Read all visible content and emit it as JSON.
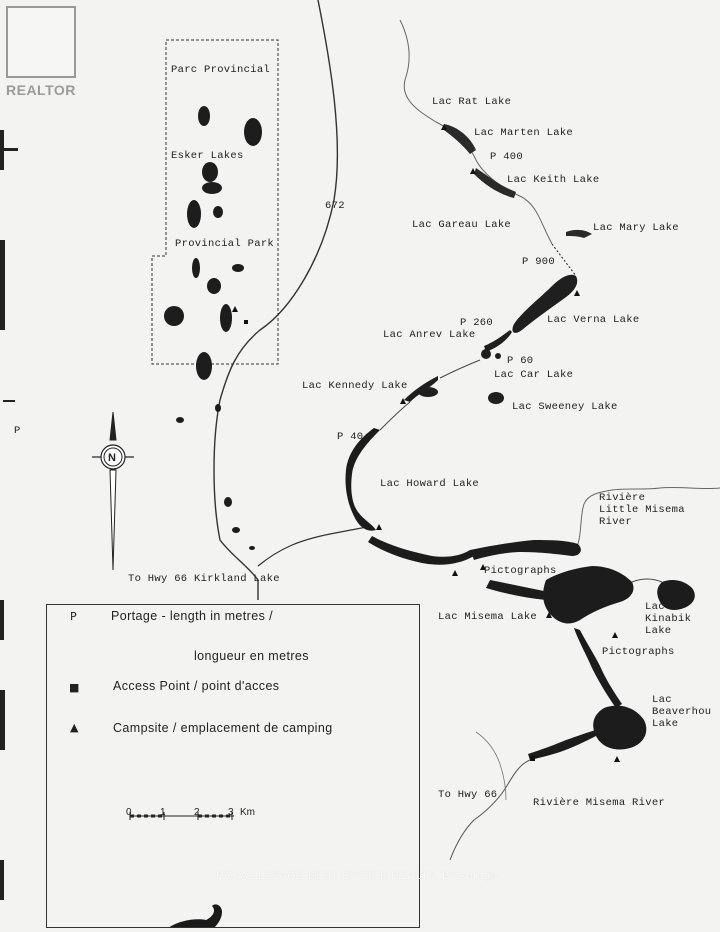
{
  "branding": {
    "realtor_logo": "REALTOR",
    "watermark": "ROYAL LEPAGE BEST CHOICE REALTY, Brokerage"
  },
  "park": {
    "line1": "Parc Provincial",
    "line2": "Esker Lakes",
    "line3": "Provincial Park"
  },
  "roads": {
    "highway_672": "672",
    "to_hwy66_kirkland": "To Hwy 66  Kirkland Lake",
    "to_hwy66": "To Hwy 66"
  },
  "lakes": {
    "rat": "Lac Rat Lake",
    "marten": "Lac Marten Lake",
    "keith": "Lac Keith Lake",
    "gareau": "Lac Gareau Lake",
    "mary": "Lac Mary Lake",
    "verna": "Lac Verna Lake",
    "anrev": "Lac Anrev Lake",
    "car": "Lac Car Lake",
    "sweeney": "Lac Sweeney Lake",
    "kennedy": "Lac Kennedy Lake",
    "howard": "Lac Howard Lake",
    "misema": "Lac Misema Lake",
    "kinabik_1": "Lac",
    "kinabik_2": "Kinabik",
    "kinabik_3": "Lake",
    "beaverhouse_1": "Lac",
    "beaverhouse_2": "Beaverhou",
    "beaverhouse_3": "Lake"
  },
  "portages": {
    "p400": "P 400",
    "p900": "P 900",
    "p260": "P 260",
    "p60": "P 60",
    "p40": "P 40"
  },
  "rivers": {
    "little_misema_1": "Rivière",
    "little_misema_2": "Little Misema",
    "little_misema_3": "River",
    "misema": "Rivière Misema River"
  },
  "features": {
    "pictographs_1": "Pictographs",
    "pictographs_2": "Pictographs"
  },
  "compass": {
    "north": "N"
  },
  "edge_letter": "P",
  "legend": {
    "portage_symbol": "P",
    "portage_line1": "Portage - length in metres /",
    "portage_line2": "longueur en metres",
    "access_symbol": "■",
    "access_label": "Access Point / point d'acces",
    "campsite_symbol": "▲",
    "campsite_label": "Campsite / emplacement de camping"
  },
  "scale": {
    "ticks": [
      "0",
      "1",
      "2",
      "3",
      "Km"
    ]
  }
}
